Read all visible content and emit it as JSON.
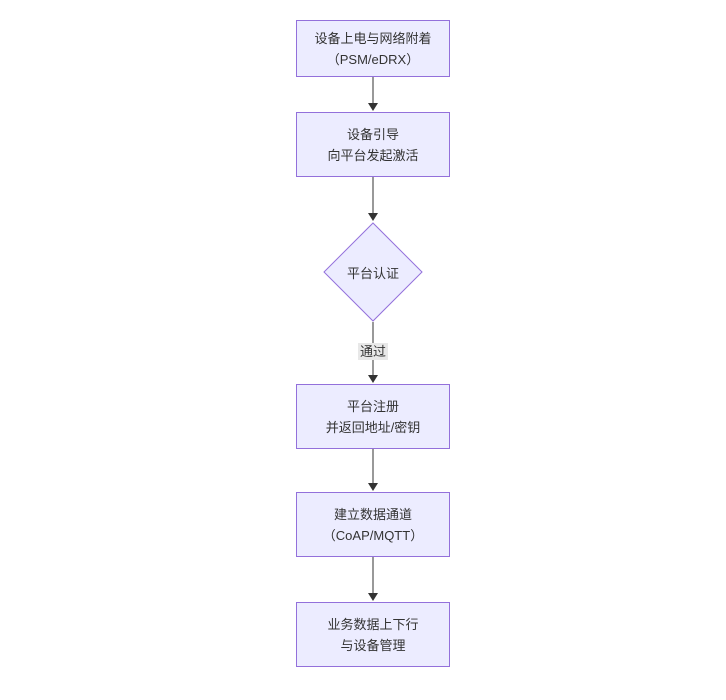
{
  "diagram": {
    "type": "flowchart",
    "direction": "top-down",
    "colors": {
      "background": "#ffffff",
      "node_fill": "#ECECFF",
      "node_border": "#9370DB",
      "edge_line": "#333333",
      "edge_label_background": "#e8e8e8",
      "text": "#333333"
    },
    "nodes": [
      {
        "id": "power-network-attach",
        "shape": "rect",
        "lines": [
          "设备上电与网络附着",
          "（PSM/eDRX）"
        ]
      },
      {
        "id": "device-bootstrap",
        "shape": "rect",
        "lines": [
          "设备引导",
          "向平台发起激活"
        ]
      },
      {
        "id": "platform-auth",
        "shape": "diamond",
        "lines": [
          "平台认证"
        ]
      },
      {
        "id": "platform-register",
        "shape": "rect",
        "lines": [
          "平台注册",
          "并返回地址/密钥"
        ]
      },
      {
        "id": "data-channel",
        "shape": "rect",
        "lines": [
          "建立数据通道",
          "（CoAP/MQTT）"
        ]
      },
      {
        "id": "business-data",
        "shape": "rect",
        "lines": [
          "业务数据上下行",
          "与设备管理"
        ]
      }
    ],
    "edges": [
      {
        "from": "power-network-attach",
        "to": "device-bootstrap",
        "label": ""
      },
      {
        "from": "device-bootstrap",
        "to": "platform-auth",
        "label": ""
      },
      {
        "from": "platform-auth",
        "to": "platform-register",
        "label": "通过"
      },
      {
        "from": "platform-register",
        "to": "data-channel",
        "label": ""
      },
      {
        "from": "data-channel",
        "to": "business-data",
        "label": ""
      }
    ]
  }
}
